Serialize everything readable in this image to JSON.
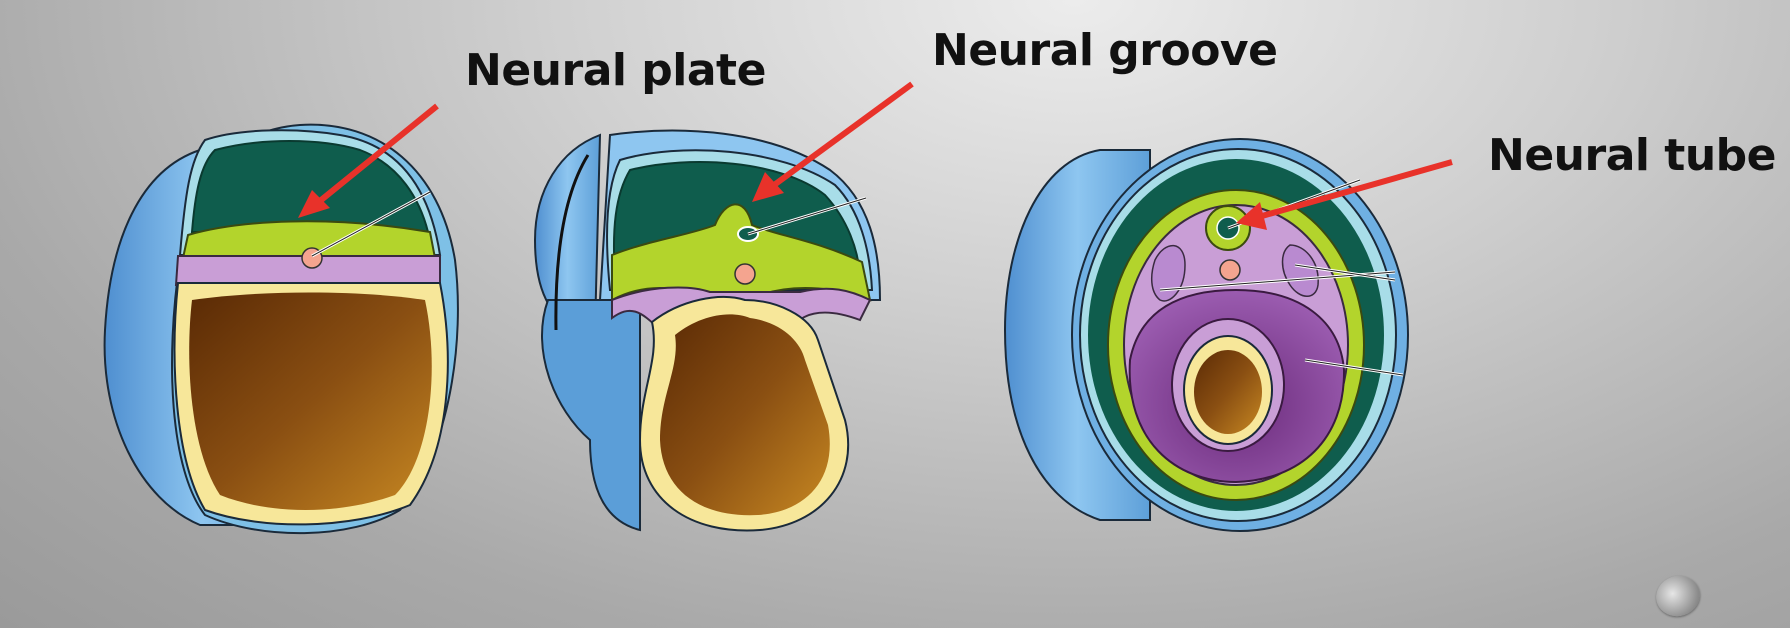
{
  "labels": {
    "neural_plate": "Neural plate",
    "neural_groove": "Neural groove",
    "neural_tube": "Neural tube"
  },
  "colors": {
    "arrow": "#e8322a",
    "ectoderm_blue": "#6fb0e3",
    "neural_green": "#b3d42c",
    "dark_green": "#0f5d4d",
    "mesoderm_purple": "#c99ed6",
    "yolk_brown": "#8a4f12",
    "endoderm_yellow": "#f7e79a"
  },
  "icons": {
    "nav": "next-slide-button-icon"
  }
}
